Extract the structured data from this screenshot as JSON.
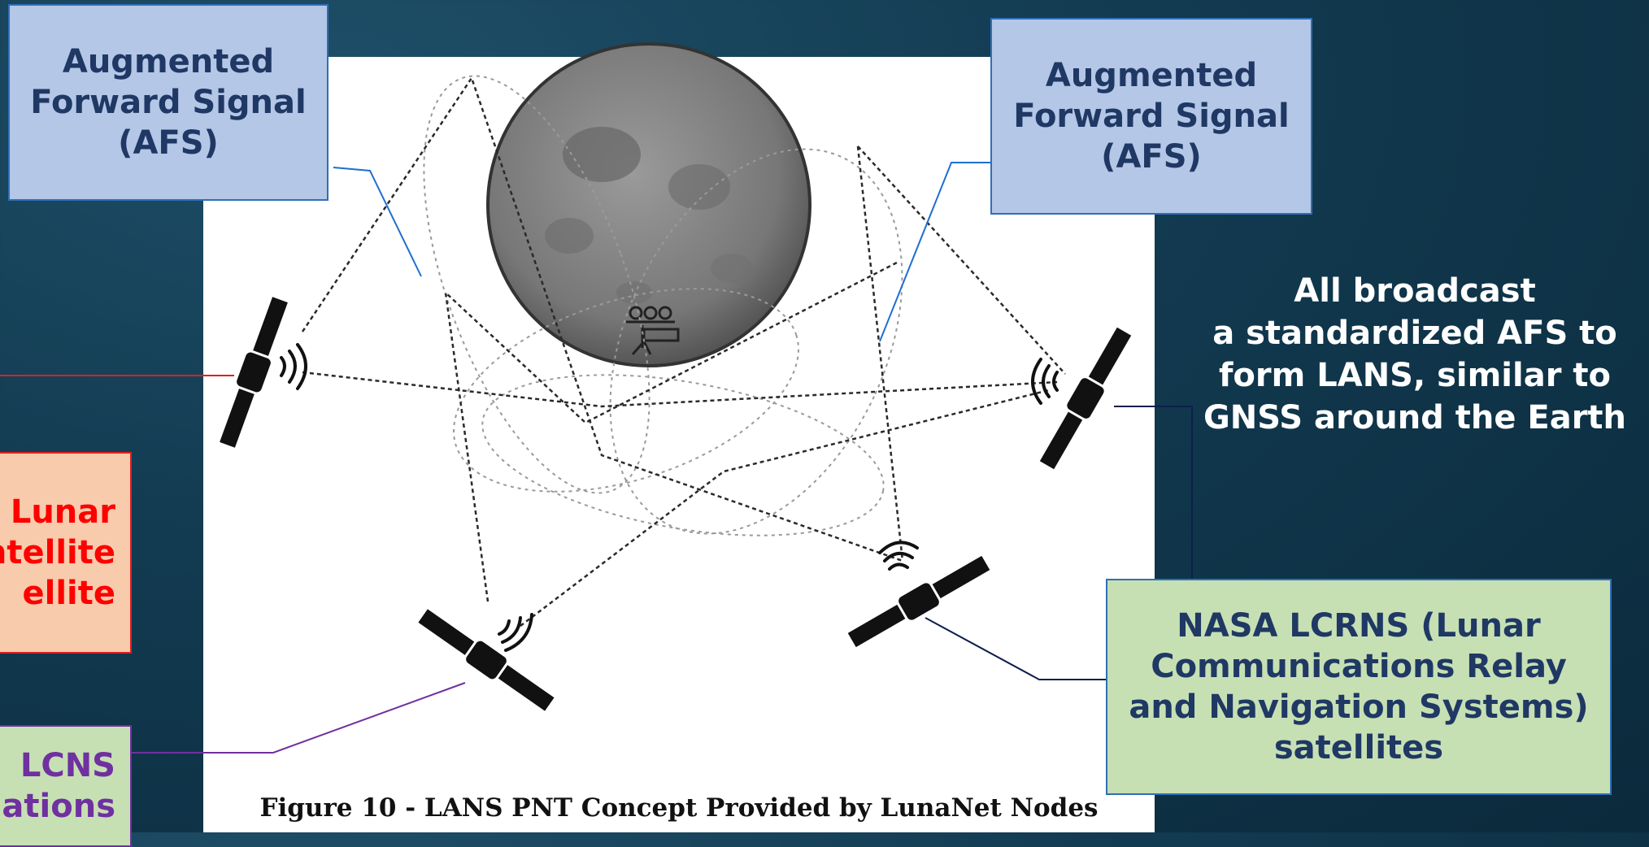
{
  "callouts": {
    "afs_left": "Augmented Forward Signal (AFS)",
    "afs_right": "Augmented Forward Signal (AFS)",
    "red_partial": "Lunar\nntellite\nellite",
    "purple_partial": "LCNS\nations",
    "lcrns": "NASA LCRNS (Lunar Communications Relay and Navigation Systems) satellites"
  },
  "note": "All broadcast\na standardized AFS to\nform LANS, similar to\nGNSS around the Earth",
  "figure": {
    "caption": "Figure 10 - LANS PNT Concept Provided by LunaNet Nodes"
  },
  "icons": [
    "moon-image",
    "satellite-icon",
    "signal-wave-icon",
    "lunar-surface-station-icon"
  ],
  "colors": {
    "background": "#123a50",
    "afs_box": "#b4c7e7",
    "lcrns_box": "#c6e0b4",
    "red_box": "#f8cbad",
    "red_text": "#ff0000",
    "purple_text": "#7030a0",
    "navy_text": "#1f3864"
  }
}
